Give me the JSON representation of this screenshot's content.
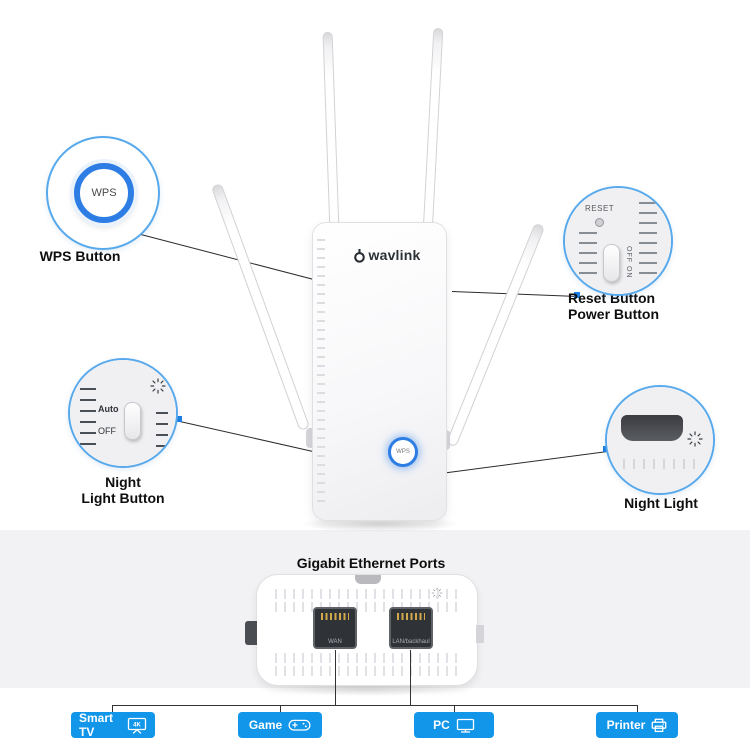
{
  "colors": {
    "accent": "#1296e9",
    "ring_blue": "#2d7de4",
    "circle_border": "#57a9ec",
    "line": "#2c2c2c"
  },
  "device": {
    "brand": "wavlink",
    "wps_button": "WPS"
  },
  "callouts": {
    "wps": {
      "button_text": "WPS",
      "label": "WPS Button"
    },
    "reset_power": {
      "reset_text": "RESET",
      "switch_off": "OFF",
      "switch_on": "ON",
      "label_line1": "Reset Button",
      "label_line2": "Power Button"
    },
    "night_button": {
      "auto_text": "Auto",
      "off_text": "OFF",
      "label_line1": "Night",
      "label_line2": "Light Button"
    },
    "night_light": {
      "label": "Night Light"
    }
  },
  "bottom": {
    "title": "Gigabit Ethernet Ports",
    "ports": [
      {
        "label": "WAN"
      },
      {
        "label": "LAN/backhaul"
      }
    ],
    "badges": [
      {
        "label": "Smart TV",
        "tv_badge": "4K"
      },
      {
        "label": "Game"
      },
      {
        "label": "PC"
      },
      {
        "label": "Printer"
      }
    ]
  }
}
